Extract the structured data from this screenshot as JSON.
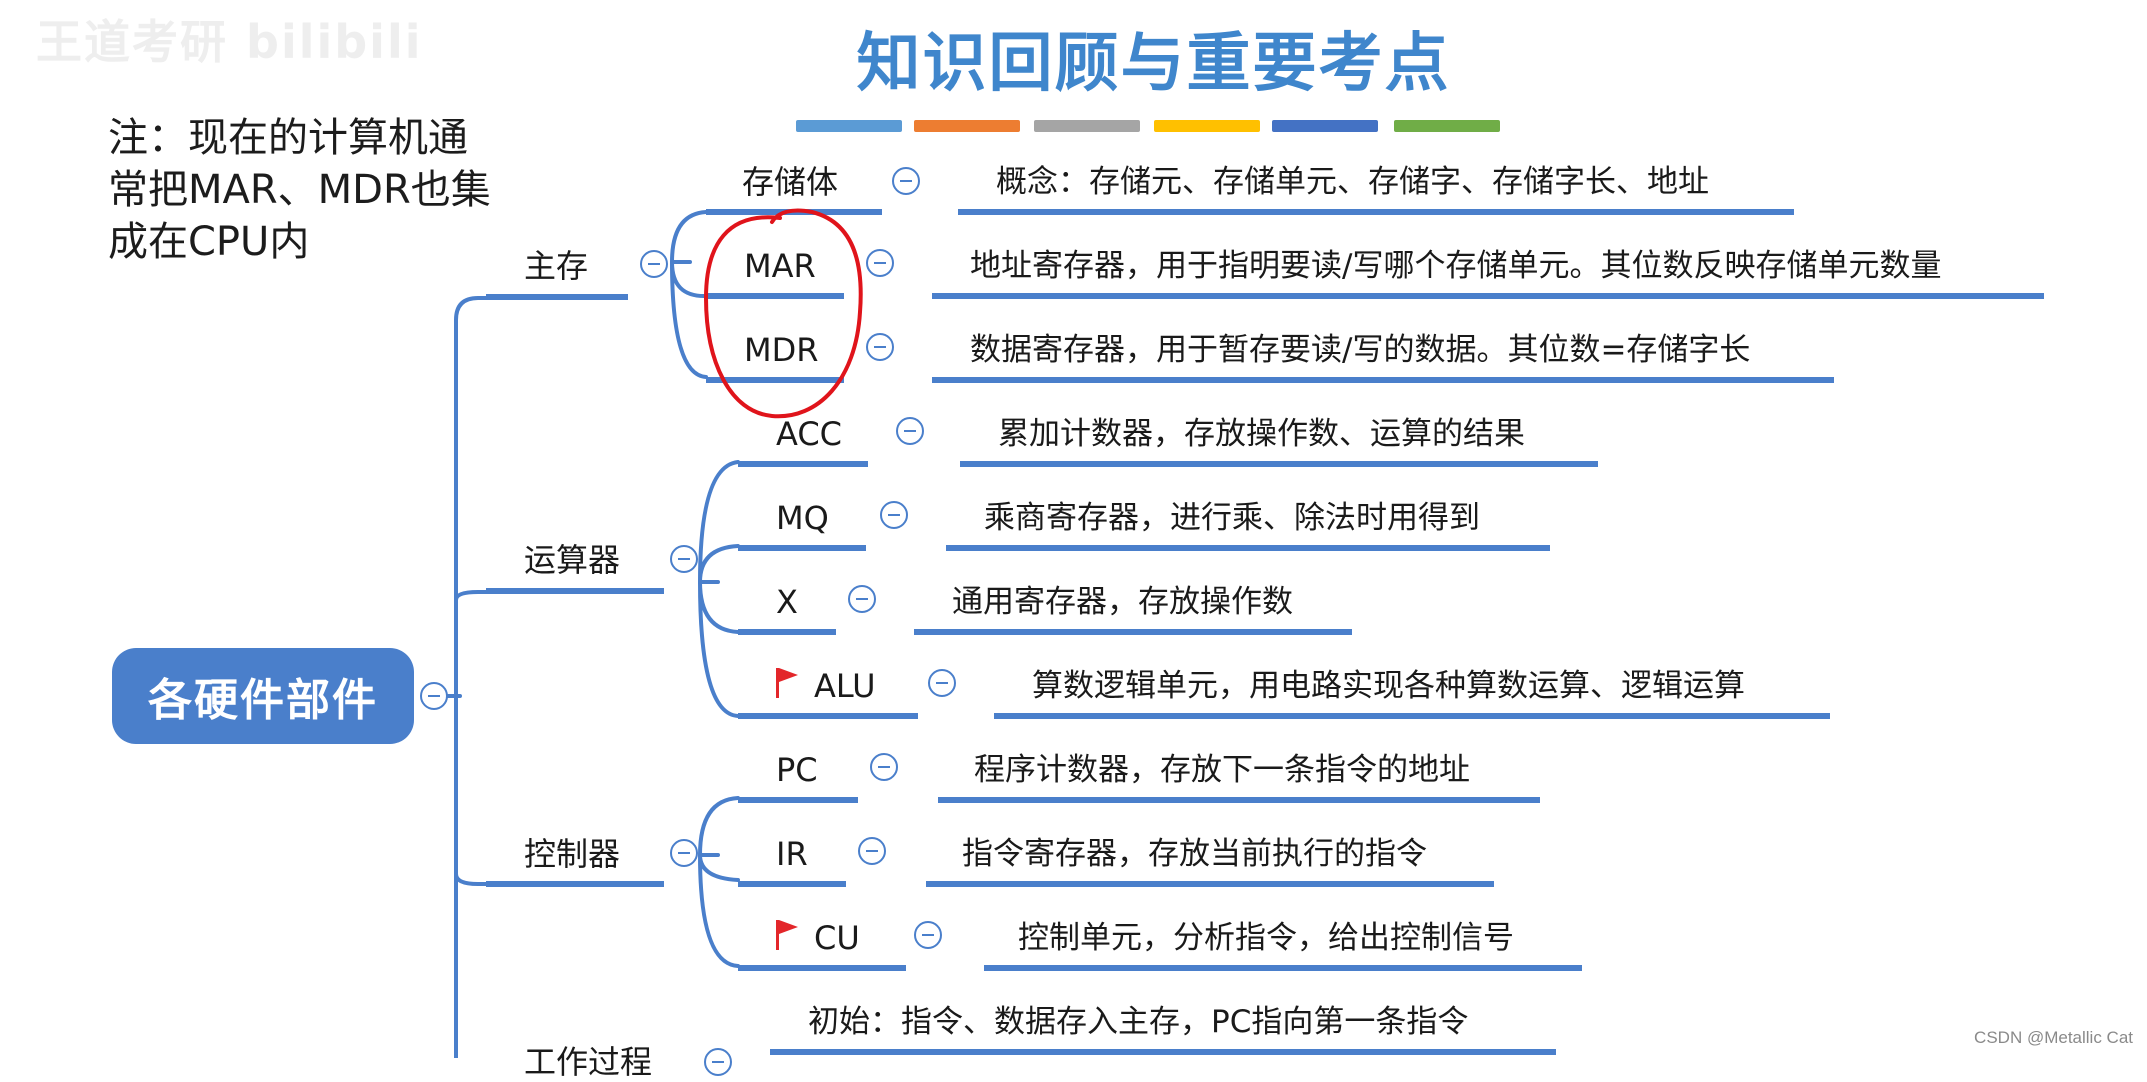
{
  "title": "知识回顾与重要考点",
  "watermark": "王道考研 bilibili",
  "credit": "CSDN @Metallic Cat",
  "title_bar_colors": [
    "#5b9bd5",
    "#ed7d31",
    "#a5a5a5",
    "#ffc000",
    "#4472c4",
    "#70ad47"
  ],
  "note": {
    "lines": [
      "注：现在的计算机通",
      "常把MAR、MDR也集",
      "成在CPU内"
    ]
  },
  "root": {
    "label": "各硬件部件"
  },
  "branches": {
    "main_memory": {
      "label": "主存",
      "children": [
        {
          "label": "存储体",
          "desc": "概念：存储元、存储单元、存储字、存储字长、地址"
        },
        {
          "label": "MAR",
          "desc": "地址寄存器，用于指明要读/写哪个存储单元。其位数反映存储单元数量"
        },
        {
          "label": "MDR",
          "desc": "数据寄存器，用于暂存要读/写的数据。其位数=存储字长"
        }
      ]
    },
    "alu_unit": {
      "label": "运算器",
      "children": [
        {
          "label": "ACC",
          "desc": "累加计数器，存放操作数、运算的结果"
        },
        {
          "label": "MQ",
          "desc": "乘商寄存器，进行乘、除法时用得到"
        },
        {
          "label": "X",
          "desc": "通用寄存器，存放操作数"
        },
        {
          "label": "ALU",
          "desc": "算数逻辑单元，用电路实现各种算数运算、逻辑运算",
          "flagged": true
        }
      ]
    },
    "control_unit": {
      "label": "控制器",
      "children": [
        {
          "label": "PC",
          "desc": "程序计数器，存放下一条指令的地址"
        },
        {
          "label": "IR",
          "desc": "指令寄存器，存放当前执行的指令"
        },
        {
          "label": "CU",
          "desc": "控制单元，分析指令，给出控制信号",
          "flagged": true
        }
      ]
    },
    "work_process": {
      "label": "工作过程",
      "children": [
        {
          "desc": "初始：指令、数据存入主存，PC指向第一条指令"
        }
      ]
    }
  },
  "colors": {
    "accent": "#4a7fcb",
    "line": "#4a7fcb",
    "title": "#3f86cc",
    "annotation_circle": "#e0141b",
    "flag": "#e3262a"
  }
}
